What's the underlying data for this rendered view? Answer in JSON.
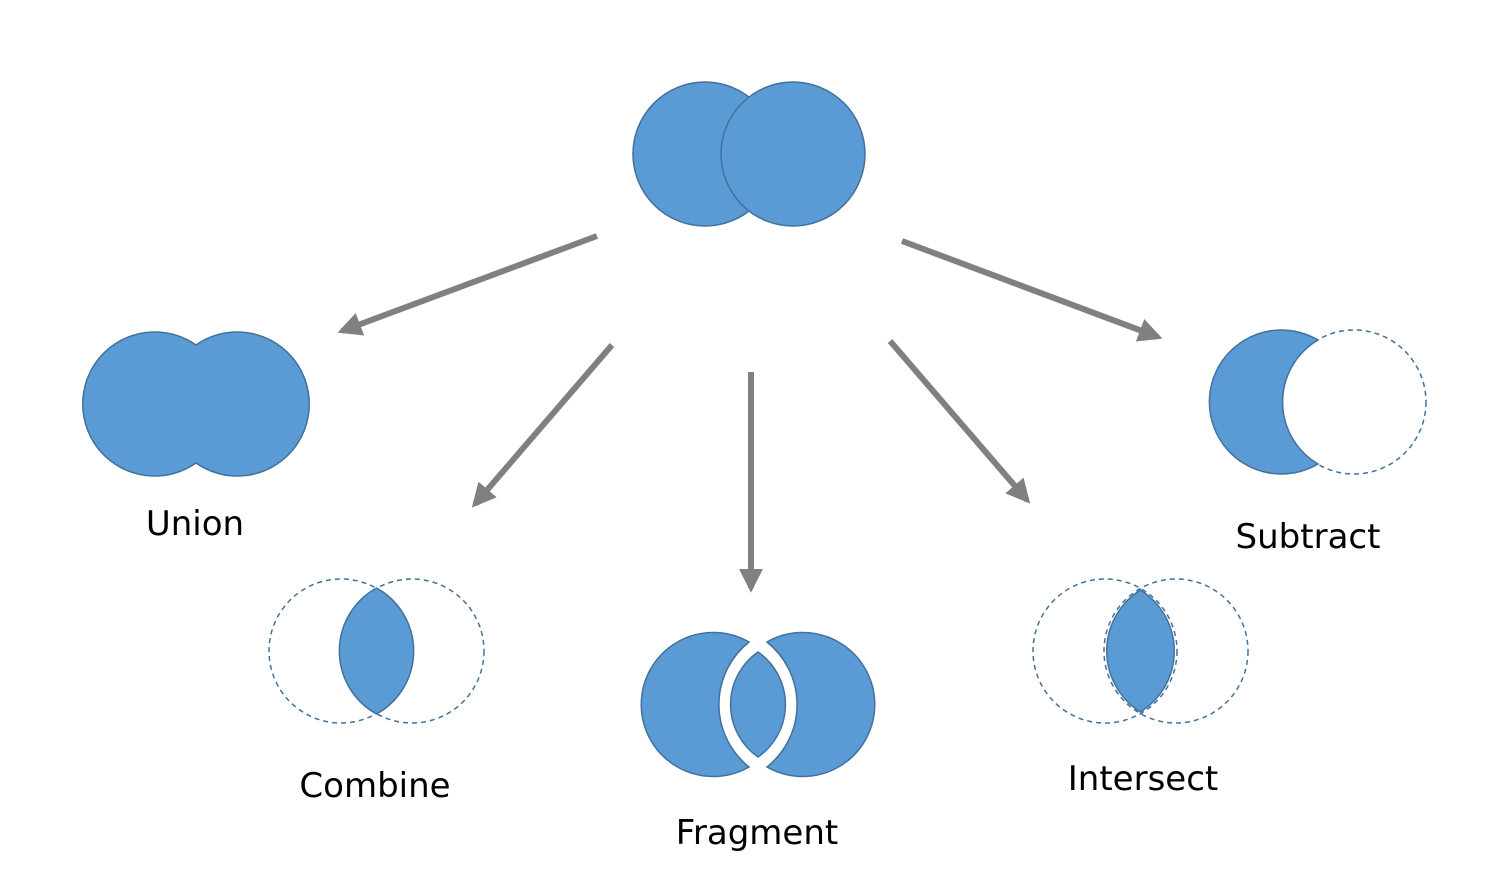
{
  "colors": {
    "shape_fill": "#5b9bd5",
    "shape_stroke": "#41719c",
    "arrow": "#808080",
    "dashed_outline": "#41719c",
    "background": "#ffffff"
  },
  "operations": {
    "union": {
      "label": "Union"
    },
    "combine": {
      "label": "Combine"
    },
    "fragment": {
      "label": "Fragment"
    },
    "intersect": {
      "label": "Intersect"
    },
    "subtract": {
      "label": "Subtract"
    }
  }
}
